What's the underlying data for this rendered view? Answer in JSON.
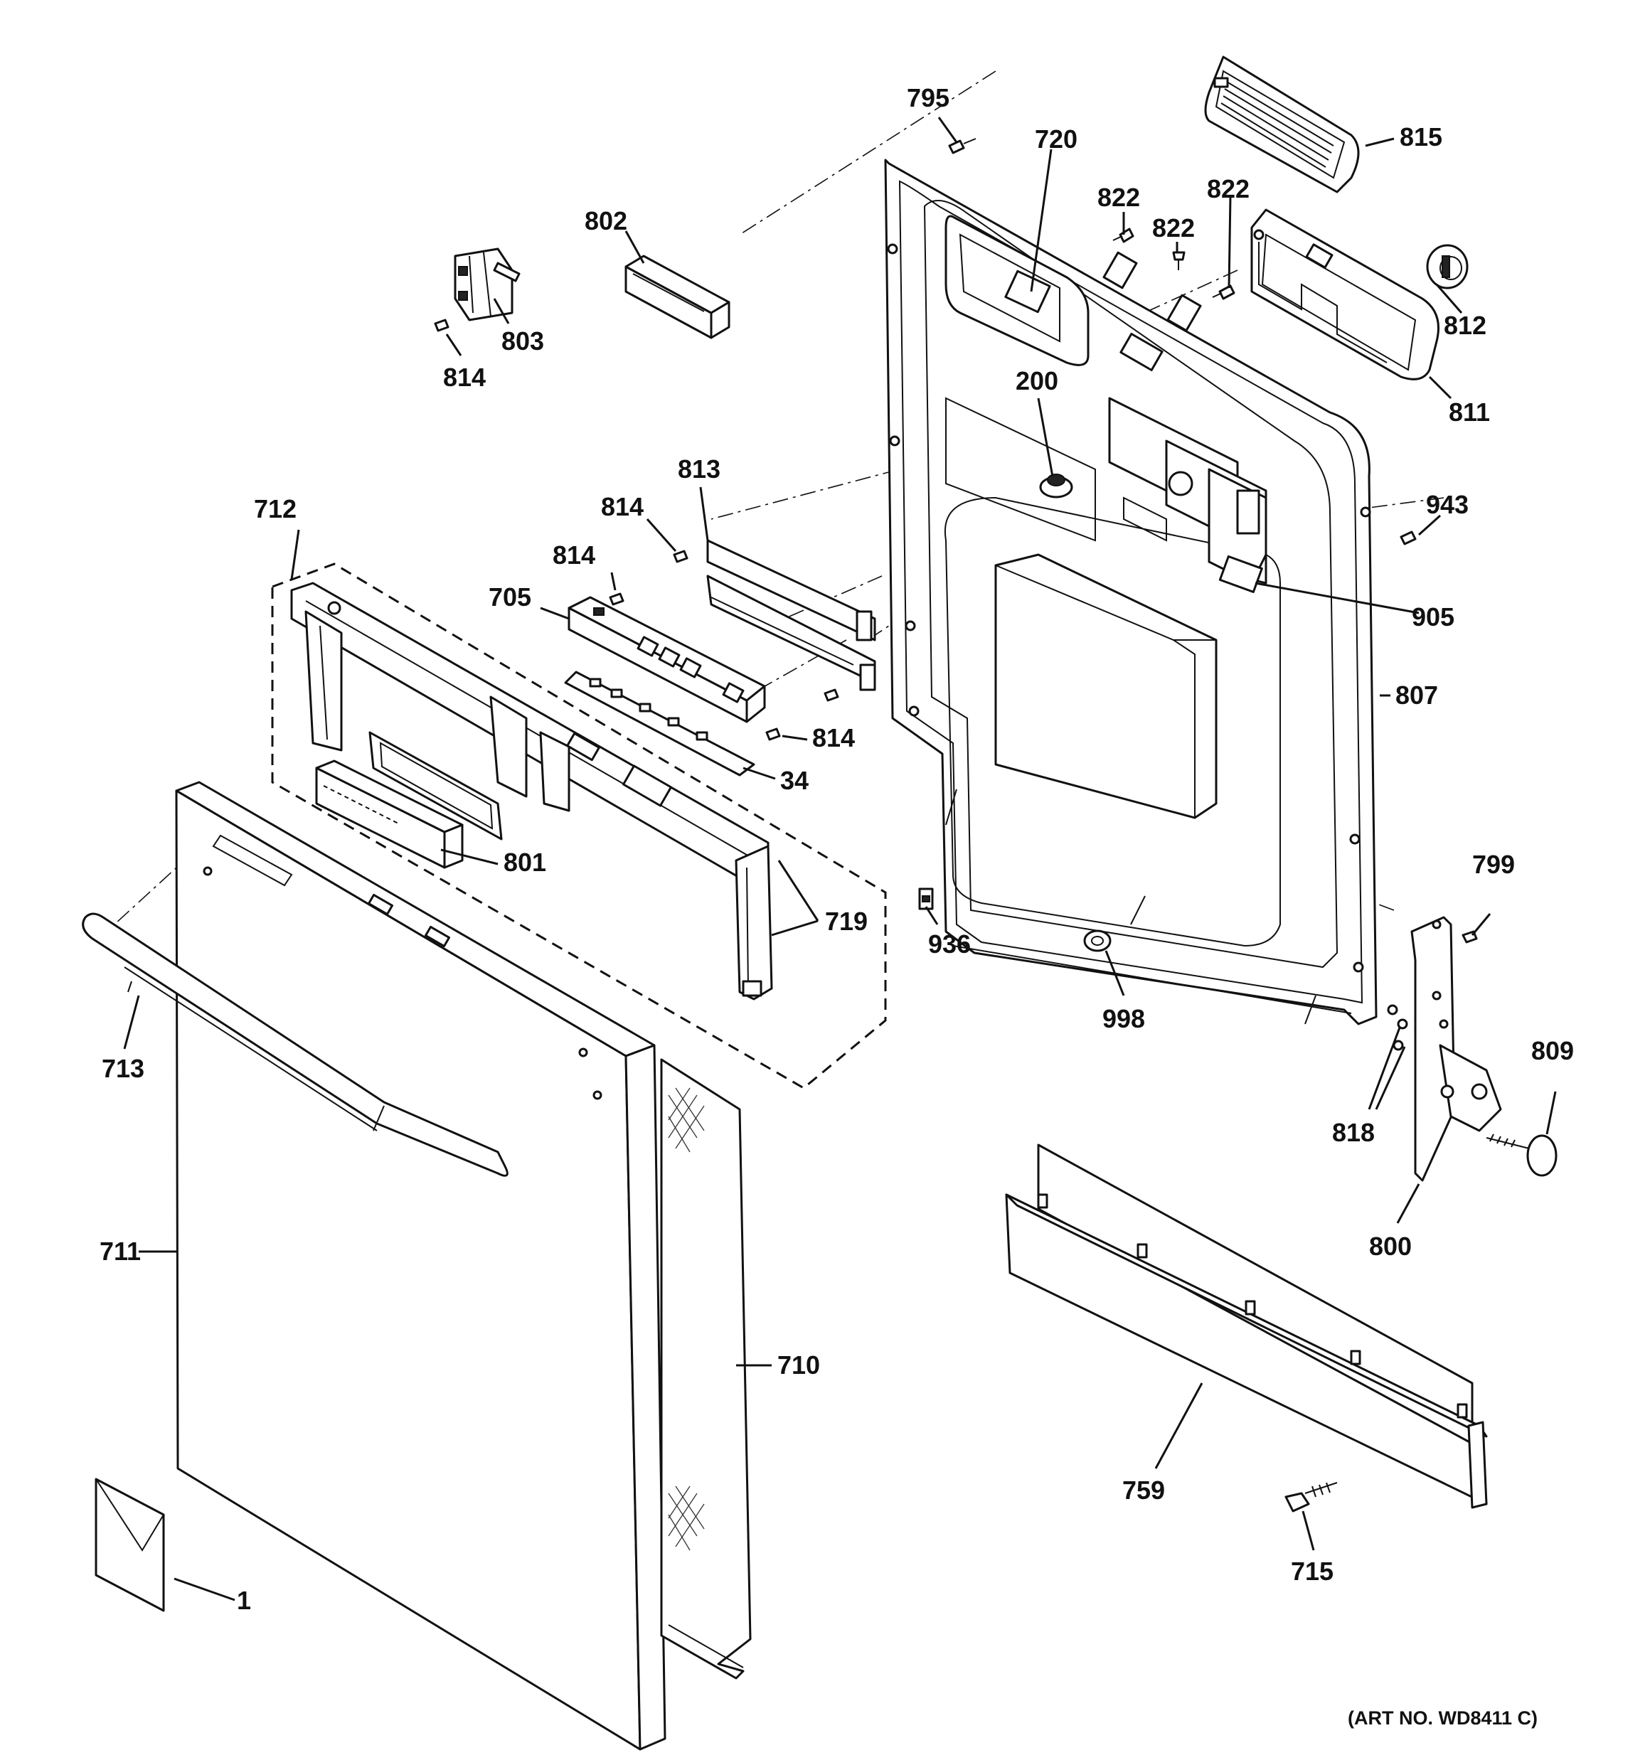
{
  "diagram": {
    "art_number": "(ART NO. WD8411 C)",
    "callouts": {
      "c795": "795",
      "c720": "720",
      "c815": "815",
      "c822a": "822",
      "c822b": "822",
      "c822c": "822",
      "c802": "802",
      "c803": "803",
      "c814a": "814",
      "c812": "812",
      "c811": "811",
      "c200": "200",
      "c813": "813",
      "c814b": "814",
      "c943": "943",
      "c712": "712",
      "c814c": "814",
      "c705": "705",
      "c905": "905",
      "c807": "807",
      "c814d": "814",
      "c34": "34",
      "c801": "801",
      "c719": "719",
      "c936": "936",
      "c799": "799",
      "c998": "998",
      "c713": "713",
      "c809": "809",
      "c818": "818",
      "c800": "800",
      "c711": "711",
      "c710": "710",
      "c759": "759",
      "c715": "715",
      "c1": "1"
    }
  }
}
